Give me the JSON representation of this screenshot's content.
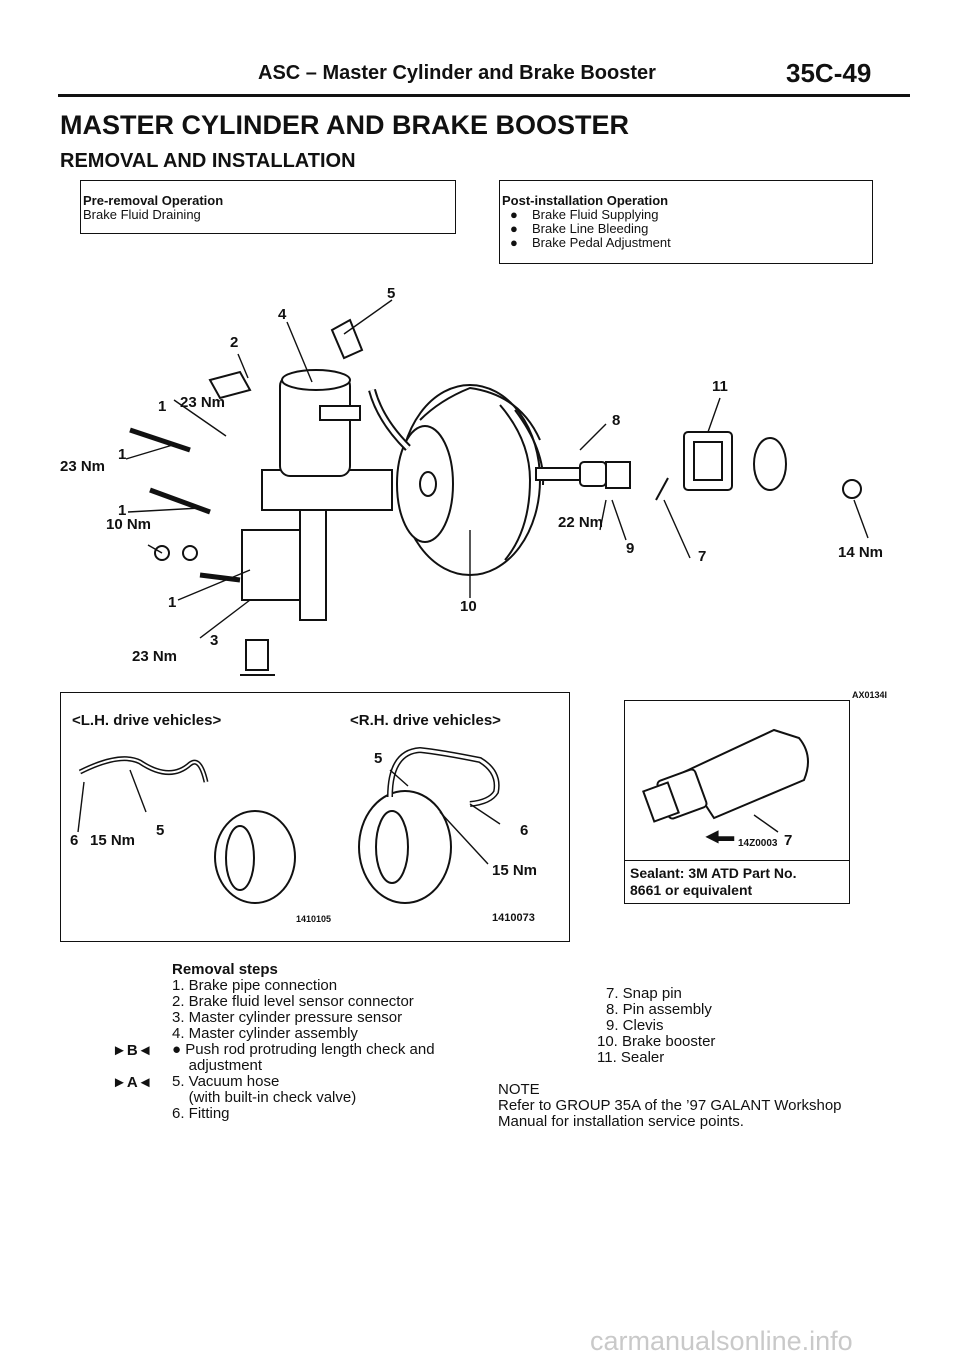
{
  "header": {
    "title": "ASC – Master Cylinder and Brake Booster",
    "page": "35C-49"
  },
  "main_title": "MASTER CYLINDER AND BRAKE BOOSTER",
  "sub_title": "REMOVAL AND INSTALLATION",
  "pre_removal": {
    "heading": "Pre-removal Operation",
    "items": [
      "Brake Fluid Draining"
    ]
  },
  "post_install": {
    "heading": "Post-installation Operation",
    "items": [
      "Brake Fluid Supplying",
      "Brake Line Bleeding",
      "Brake Pedal Adjustment"
    ]
  },
  "diagram_labels": {
    "n1a": "1",
    "n1b": "1",
    "n1c": "1",
    "n1d": "1",
    "n2": "2",
    "n3": "3",
    "n4": "4",
    "n5": "5",
    "n8": "8",
    "n9": "9",
    "n7": "7",
    "n10": "10",
    "n11": "11",
    "t23a": "23 Nm",
    "t23b": "23 Nm",
    "t23c": "23 Nm",
    "t10": "10 Nm",
    "t22": "22 Nm",
    "t14": "14 Nm",
    "code": "AX0134I"
  },
  "inset": {
    "lh": "<L.H. drive vehicles>",
    "rh": "<R.H. drive vehicles>",
    "lh_n6": "6",
    "lh_t15": "15 Nm",
    "lh_n5": "5",
    "rh_n5": "5",
    "rh_n6": "6",
    "rh_t15": "15 Nm",
    "code_lh": "1410105",
    "code_rh": "1410073"
  },
  "sealant": {
    "n7": "7",
    "code": "14Z0003",
    "text1": "Sealant: 3M ATD Part No.",
    "text2": "8661 or equivalent"
  },
  "removal": {
    "title": "Removal steps",
    "left": [
      {
        "mark": "",
        "text": "1. Brake pipe connection"
      },
      {
        "mark": "",
        "text": "2. Brake fluid level sensor connector"
      },
      {
        "mark": "",
        "text": "3. Master cylinder pressure sensor"
      },
      {
        "mark": "",
        "text": "4. Master cylinder assembly"
      },
      {
        "mark": "►B◄",
        "text": "●  Push rod protruding length check and"
      },
      {
        "mark": "",
        "text": "    adjustment"
      },
      {
        "mark": "►A◄",
        "text": "5. Vacuum hose"
      },
      {
        "mark": "",
        "text": "    (with built-in check valve)"
      },
      {
        "mark": "",
        "text": "6. Fitting"
      }
    ],
    "right": [
      "7. Snap pin",
      "8. Pin assembly",
      "9. Clevis",
      "10. Brake booster",
      "11. Sealer"
    ]
  },
  "note": {
    "title": "NOTE",
    "line1": "Refer to GROUP 35A of the ’97 GALANT Workshop",
    "line2": "Manual for installation service points."
  },
  "watermark": "carmanualsonline.info"
}
